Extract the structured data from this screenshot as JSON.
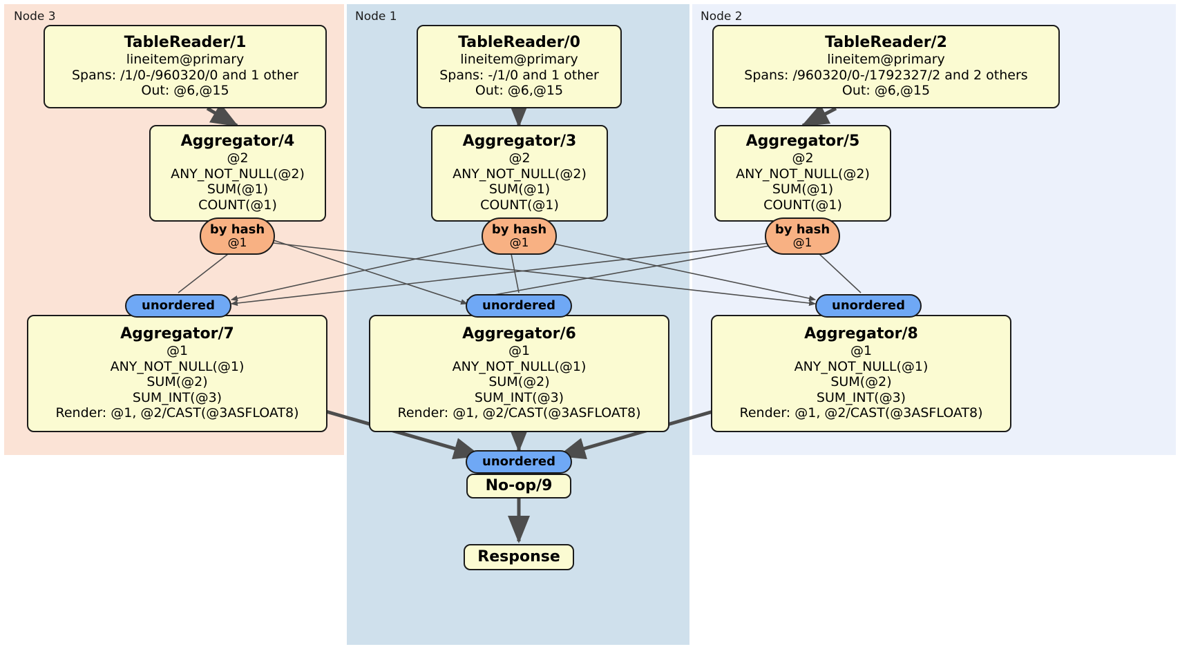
{
  "diagram": {
    "type": "distributed-query-plan",
    "colors": {
      "node3_panel": "#fbe3d6",
      "node1_panel": "#cfe0ec",
      "node2_panel": "#ecf1fb",
      "processor_fill": "#fbfbd2",
      "hash_router": "#f8b183",
      "unordered_router": "#6fa8f5",
      "edge": "#4d4d4d",
      "outline": "#1a1a1a"
    }
  },
  "panels": [
    {
      "id": "node3",
      "label": "Node 3"
    },
    {
      "id": "node1",
      "label": "Node 1"
    },
    {
      "id": "node2",
      "label": "Node 2"
    }
  ],
  "processors": {
    "table_reader_1": {
      "title": "TableReader/1",
      "lines": [
        "lineitem@primary",
        "Spans: /1/0-/960320/0 and 1 other",
        "Out: @6,@15"
      ]
    },
    "table_reader_0": {
      "title": "TableReader/0",
      "lines": [
        "lineitem@primary",
        "Spans: -/1/0 and 1 other",
        "Out: @6,@15"
      ]
    },
    "table_reader_2": {
      "title": "TableReader/2",
      "lines": [
        "lineitem@primary",
        "Spans: /960320/0-/1792327/2 and 2 others",
        "Out: @6,@15"
      ]
    },
    "aggregator_4": {
      "title": "Aggregator/4",
      "lines": [
        "@2",
        "ANY_NOT_NULL(@2)",
        "SUM(@1)",
        "COUNT(@1)"
      ]
    },
    "aggregator_3": {
      "title": "Aggregator/3",
      "lines": [
        "@2",
        "ANY_NOT_NULL(@2)",
        "SUM(@1)",
        "COUNT(@1)"
      ]
    },
    "aggregator_5": {
      "title": "Aggregator/5",
      "lines": [
        "@2",
        "ANY_NOT_NULL(@2)",
        "SUM(@1)",
        "COUNT(@1)"
      ]
    },
    "aggregator_7": {
      "title": "Aggregator/7",
      "lines": [
        "@1",
        "ANY_NOT_NULL(@1)",
        "SUM(@2)",
        "SUM_INT(@3)",
        "Render: @1, @2/CAST(@3ASFLOAT8)"
      ]
    },
    "aggregator_6": {
      "title": "Aggregator/6",
      "lines": [
        "@1",
        "ANY_NOT_NULL(@1)",
        "SUM(@2)",
        "SUM_INT(@3)",
        "Render: @1, @2/CAST(@3ASFLOAT8)"
      ]
    },
    "aggregator_8": {
      "title": "Aggregator/8",
      "lines": [
        "@1",
        "ANY_NOT_NULL(@1)",
        "SUM(@2)",
        "SUM_INT(@3)",
        "Render: @1, @2/CAST(@3ASFLOAT8)"
      ]
    },
    "noop_9": {
      "title": "No-op/9",
      "lines": []
    },
    "response": {
      "title": "Response",
      "lines": []
    }
  },
  "routers": {
    "hash_left": {
      "label": "by hash",
      "detail": "@1"
    },
    "hash_mid": {
      "label": "by hash",
      "detail": "@1"
    },
    "hash_right": {
      "label": "by hash",
      "detail": "@1"
    },
    "unord_left": {
      "label": "unordered",
      "detail": ""
    },
    "unord_mid": {
      "label": "unordered",
      "detail": ""
    },
    "unord_right": {
      "label": "unordered",
      "detail": ""
    },
    "unord_final": {
      "label": "unordered",
      "detail": ""
    }
  }
}
